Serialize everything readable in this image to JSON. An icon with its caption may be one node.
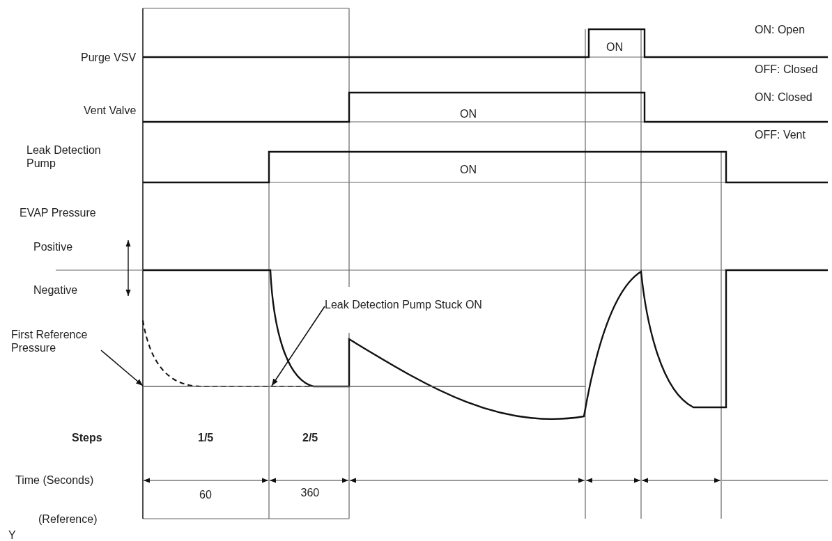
{
  "diagram": {
    "nodes": [
      {
        "text": [
          "First Reference Pressure"
        ]
      },
      {
        "text": [
          "Leak Detection Pump Stuck ON"
        ]
      },
      {
        "text": [],
        "shape": "line"
      }
    ],
    "edges": [
      {
        "from": 0,
        "to": 2,
        "arrow": "to"
      },
      {
        "from": 1,
        "to": 2,
        "arrow": "to"
      }
    ],
    "labels": [
      "ON: Open",
      "Purge VSV",
      "ON",
      "OFF: Closed",
      "ON: Closed",
      "Vent Valve",
      "ON",
      "OFF: Vent",
      "Leak Detection Pump",
      "ON",
      "EVAP Pressure",
      "Positive",
      "Negative",
      "Steps",
      "1/5",
      "2/5",
      "Time (Seconds)",
      "60",
      "360",
      "(Reference)",
      "Y"
    ]
  }
}
